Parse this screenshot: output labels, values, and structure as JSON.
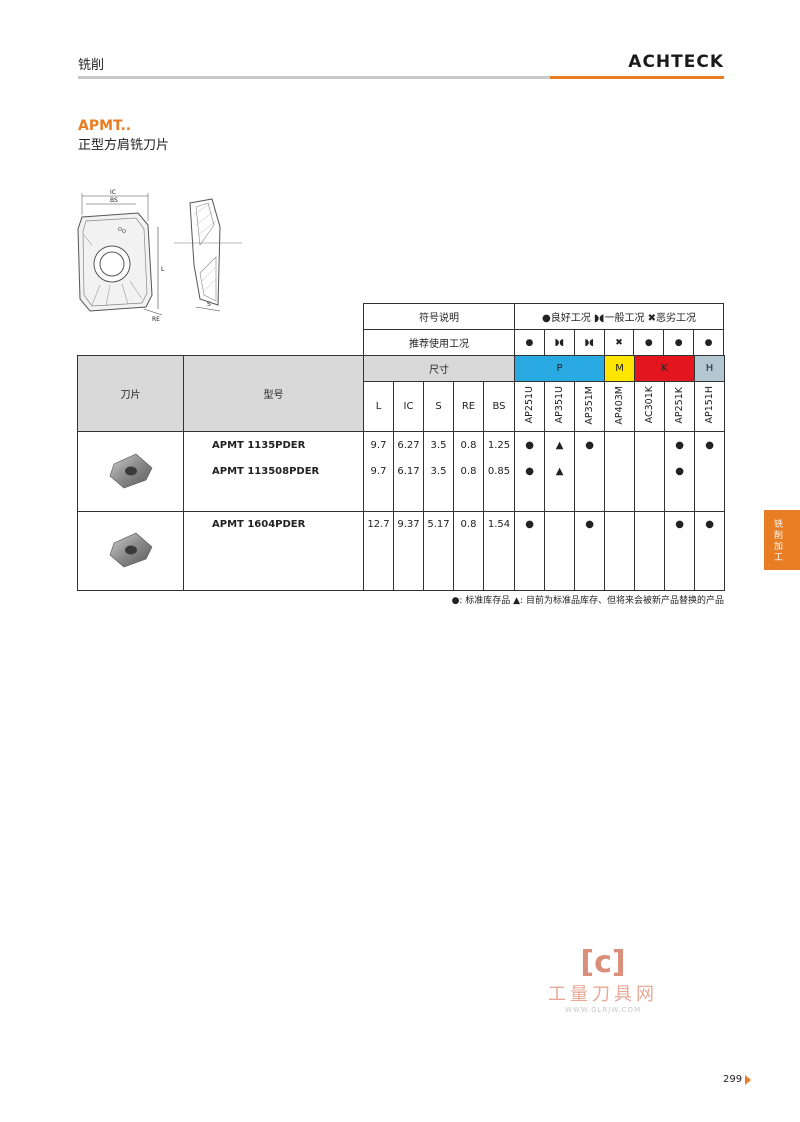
{
  "header": {
    "category": "铣削",
    "brand": "ACHTECK"
  },
  "product": {
    "code": "APMT..",
    "name": "正型方肩铣刀片"
  },
  "diagram": {
    "labels": {
      "ic": "IC",
      "bs": "BS",
      "l": "L",
      "re": "RE",
      "s": "S"
    }
  },
  "legend": {
    "title": "符号说明",
    "symbols": "●良好工况  ◗◖一般工况  ✖恶劣工况",
    "recommend_label": "推荐使用工况",
    "recommend": [
      "●",
      "◗◖",
      "◗◖",
      "✖",
      "●",
      "●",
      "●"
    ]
  },
  "table": {
    "col_insert": "刀片",
    "col_model": "型号",
    "col_dims": "尺寸",
    "dim_headers": [
      "L",
      "IC",
      "S",
      "RE",
      "BS"
    ],
    "categories": [
      {
        "label": "P",
        "color": "#29a9e1"
      },
      {
        "label": "M",
        "color": "#ffe600"
      },
      {
        "label": "K",
        "color": "#e3161f"
      },
      {
        "label": "H",
        "color": "#b3c7d3"
      }
    ],
    "grades": [
      "AP251U",
      "AP351U",
      "AP351M",
      "AP403M",
      "AC301K",
      "AP251K",
      "AP151H"
    ],
    "rows": [
      {
        "model": "APMT 1135PDER",
        "dims": [
          "9.7",
          "6.27",
          "3.5",
          "0.8",
          "1.25"
        ],
        "marks": [
          "●",
          "▲",
          "●",
          "",
          "",
          "●",
          "●"
        ]
      },
      {
        "model": "APMT 113508PDER",
        "dims": [
          "9.7",
          "6.17",
          "3.5",
          "0.8",
          "0.85"
        ],
        "marks": [
          "●",
          "▲",
          "",
          "",
          "",
          "●",
          ""
        ]
      },
      {
        "model": "",
        "dims": [
          "",
          "",
          "",
          "",
          ""
        ],
        "marks": [
          "",
          "",
          "",
          "",
          "",
          "",
          ""
        ]
      },
      {
        "model": "APMT 1604PDER",
        "dims": [
          "12.7",
          "9.37",
          "5.17",
          "0.8",
          "1.54"
        ],
        "marks": [
          "●",
          "",
          "●",
          "",
          "",
          "●",
          "●"
        ]
      },
      {
        "model": "",
        "dims": [
          "",
          "",
          "",
          "",
          ""
        ],
        "marks": [
          "",
          "",
          "",
          "",
          "",
          "",
          ""
        ]
      },
      {
        "model": "",
        "dims": [
          "",
          "",
          "",
          "",
          ""
        ],
        "marks": [
          "",
          "",
          "",
          "",
          "",
          "",
          ""
        ]
      }
    ]
  },
  "note": "●:  标准库存品      ▲: 目前为标准品库存、但将来会被新产品替换的产品",
  "side_tab": "铣削加工",
  "watermark": {
    "text": "工量刀具网",
    "url": "WWW.GLRJW.COM"
  },
  "page_number": "299"
}
